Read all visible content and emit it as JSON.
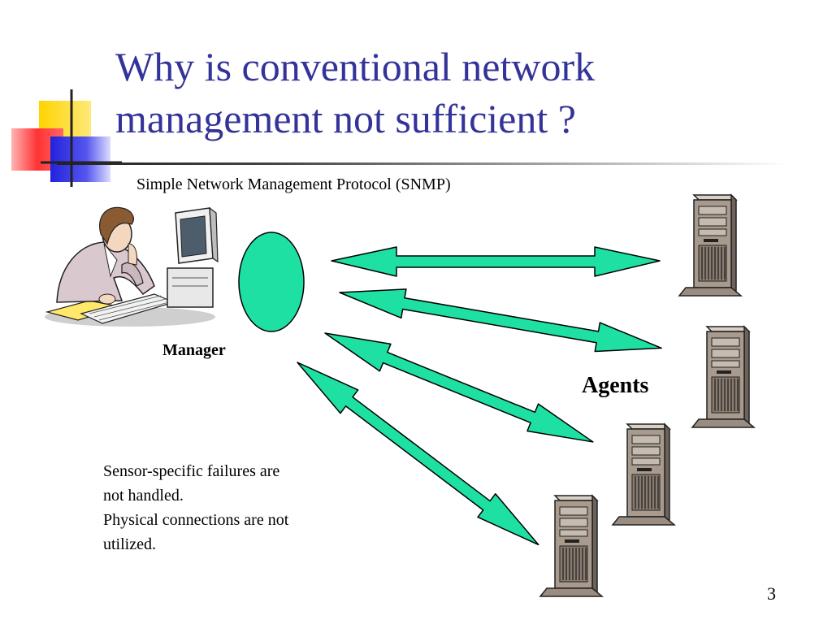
{
  "slide": {
    "title_line1": "Why is conventional network",
    "title_line2": "management not sufficient ?",
    "subtitle": "Simple Network Management Protocol  (SNMP)",
    "page_number": "3"
  },
  "diagram": {
    "manager_label": "Manager",
    "agents_label": "Agents",
    "agent_count": 4,
    "arrow_count": 4,
    "colors": {
      "arrow_fill": "#1ee0a2",
      "manager_node": "#1ee0a2",
      "title": "#333399",
      "server_body": "#a89a8c"
    }
  },
  "notes": {
    "line1": "Sensor-specific failures are",
    "line2": "not handled.",
    "line3": "Physical connections are not",
    "line4": "utilized."
  },
  "icons": [
    "decorative-corner-squares-icon",
    "person-at-computer-icon",
    "server-tower-icon"
  ]
}
